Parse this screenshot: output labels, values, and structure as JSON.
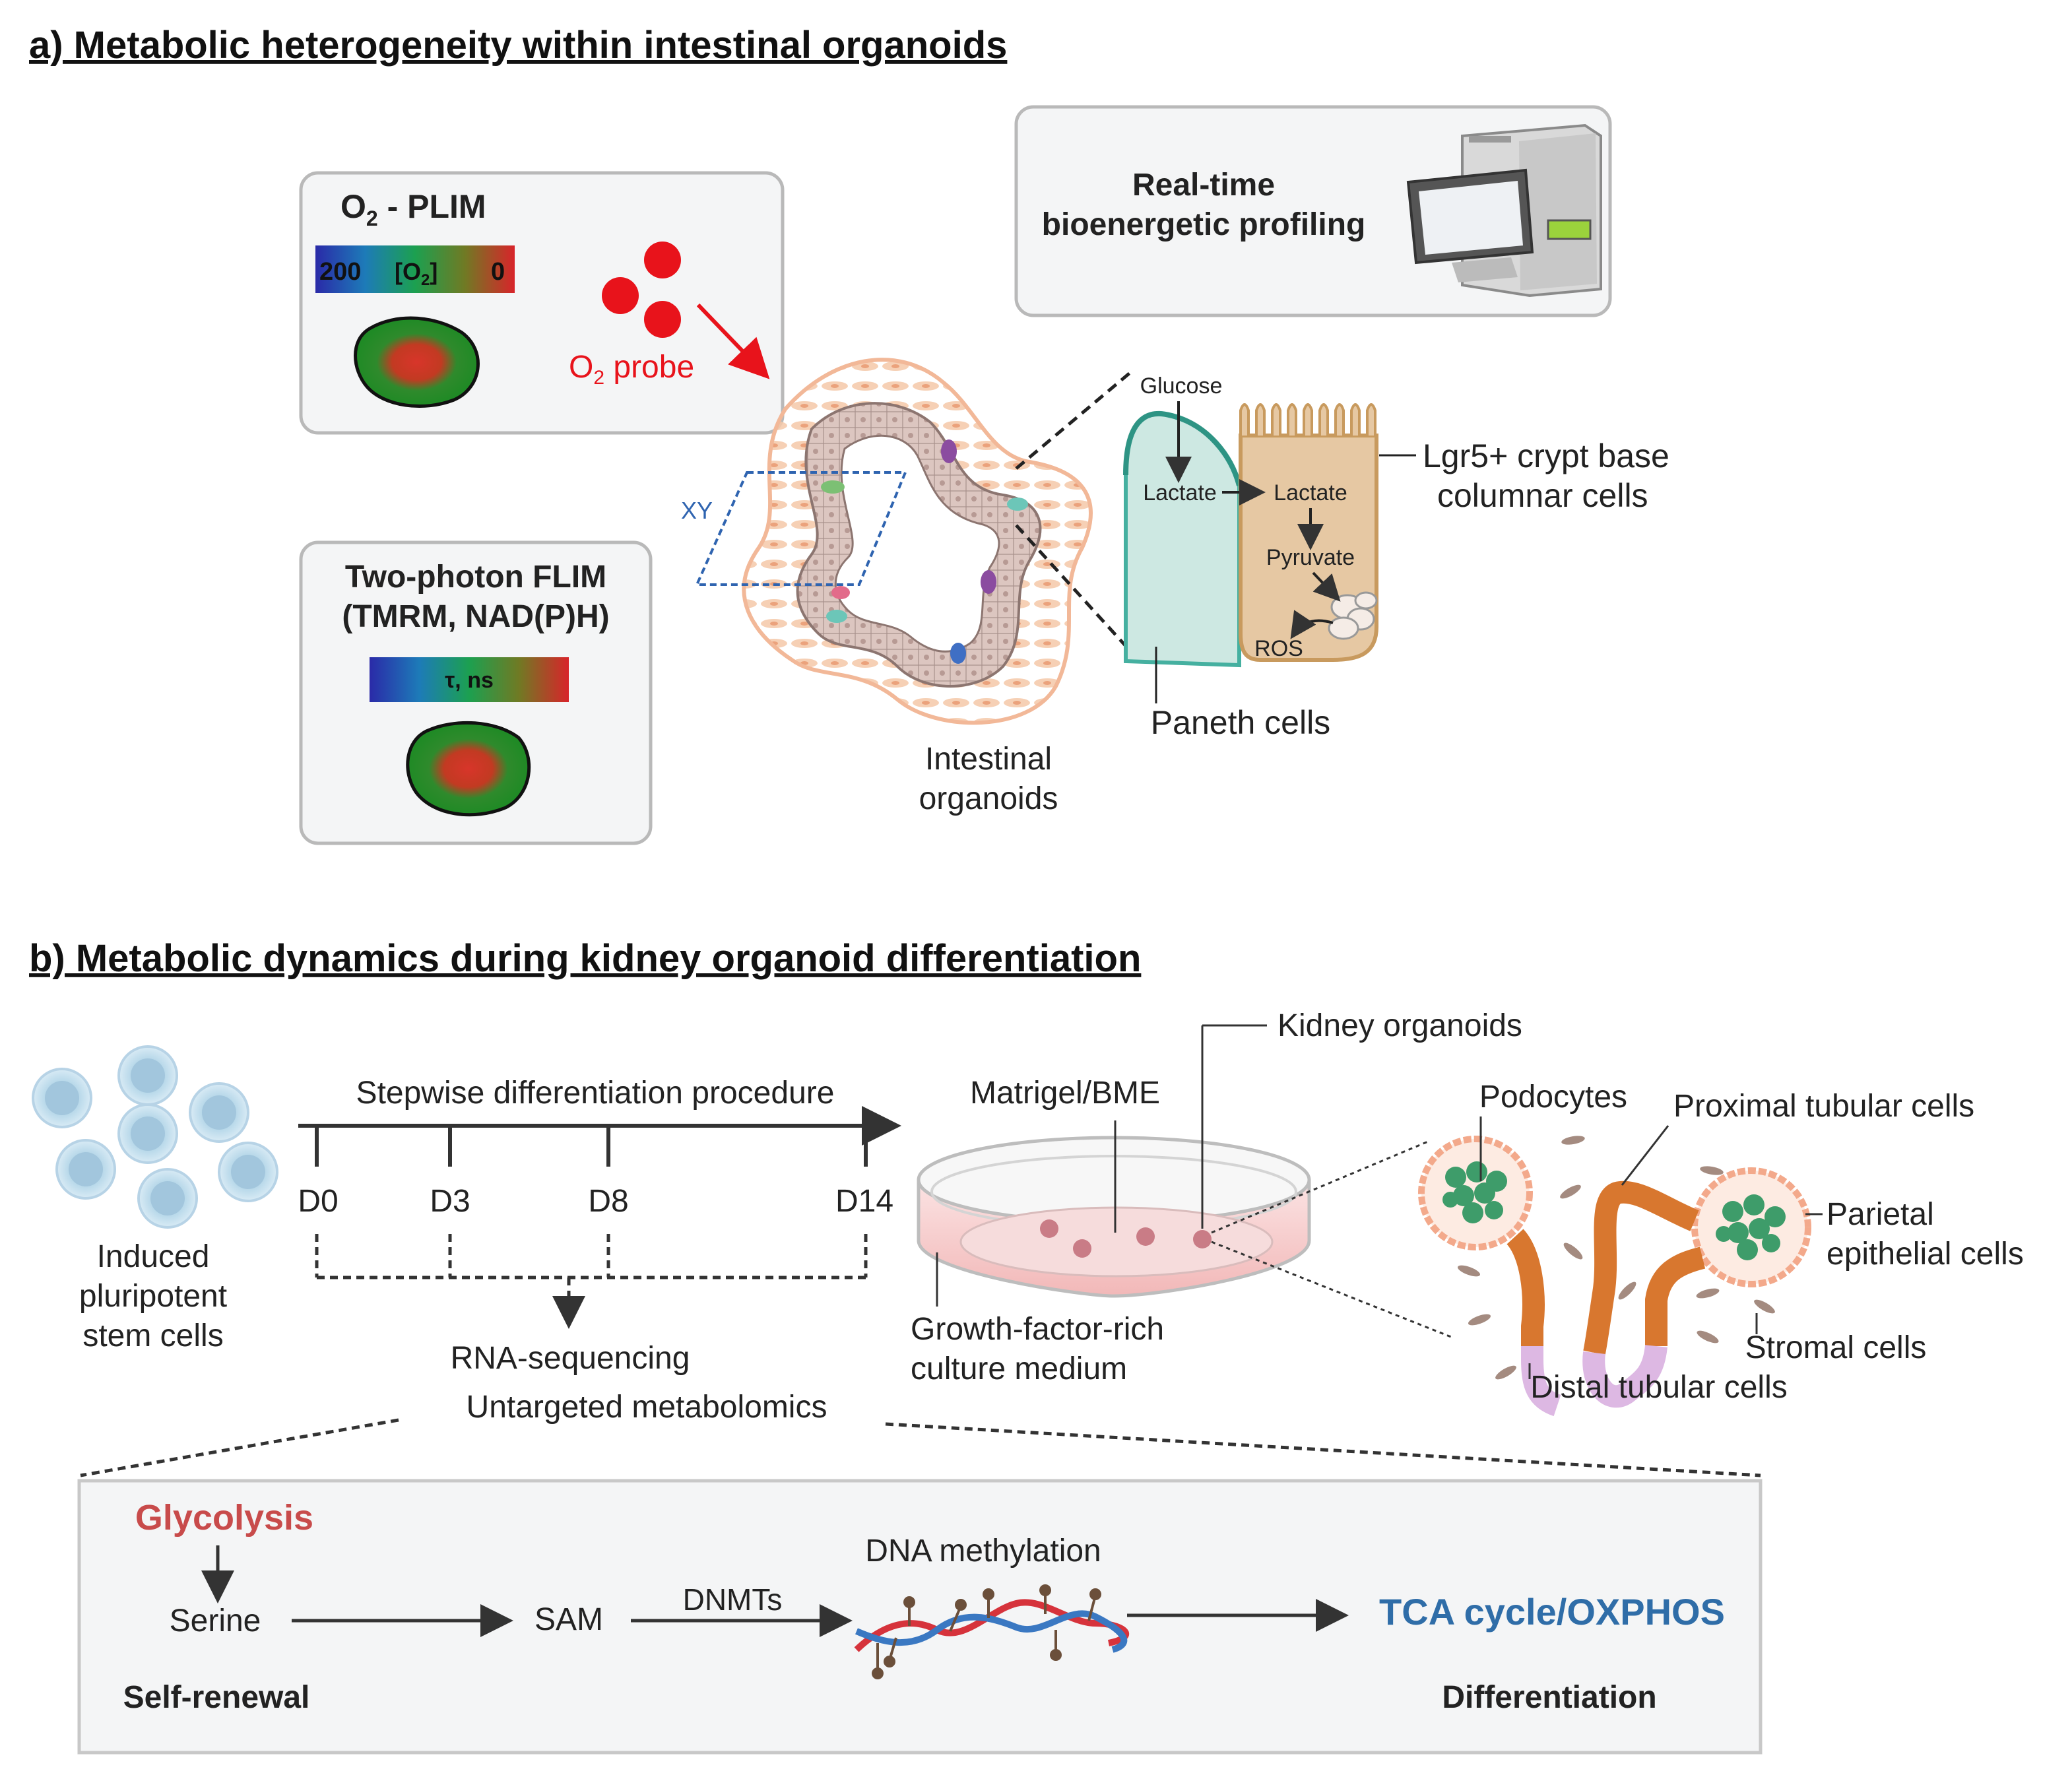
{
  "panel_a": {
    "title": "a) Metabolic heterogeneity within intestinal organoids",
    "plim": {
      "title_o": "O",
      "title_sub": "2",
      "title_rest": " - PLIM",
      "scale_left": "200",
      "scale_mid_o": "[O",
      "scale_mid_sub": "2",
      "scale_mid_end": "]",
      "scale_right": "0"
    },
    "probe": {
      "label_o": "O",
      "label_sub": "2",
      "label_rest": " probe"
    },
    "bioenergetic": {
      "line1": "Real-time",
      "line2": "bioenergetic profiling"
    },
    "flim": {
      "line1": "Two-photon FLIM",
      "line2": "(TMRM, NAD(P)H)",
      "scale_label": "τ, ns"
    },
    "xy_label": "XY",
    "organoid_label": {
      "line1": "Intestinal",
      "line2": "organoids"
    },
    "metabolites": {
      "glucose": "Glucose",
      "lactate_left": "Lactate",
      "lactate_right": "Lactate",
      "pyruvate": "Pyruvate",
      "ros": "ROS"
    },
    "lgr5_label": {
      "line1": "Lgr5+ crypt base",
      "line2": "columnar cells"
    },
    "paneth_label": "Paneth cells"
  },
  "panel_b": {
    "title": "b) Metabolic dynamics during kidney organoid differentiation",
    "ipsc_label": {
      "line1": "Induced",
      "line2": "pluripotent",
      "line3": "stem cells"
    },
    "procedure_label": "Stepwise differentiation procedure",
    "timepoints": [
      "D0",
      "D3",
      "D8",
      "D14"
    ],
    "omics": {
      "line1": "RNA-sequencing",
      "line2": "Untargeted metabolomics"
    },
    "matrigel_label": "Matrigel/BME",
    "kidney_organoids_label": "Kidney organoids",
    "medium_label": {
      "line1": "Growth-factor-rich",
      "line2": "culture medium"
    },
    "kidney_cells": {
      "podocytes": "Podocytes",
      "proximal": "Proximal tubular cells",
      "parietal_line1": "Parietal",
      "parietal_line2": "epithelial cells",
      "stromal": "Stromal cells",
      "distal": "Distal tubular cells"
    },
    "pathway": {
      "glycolysis": "Glycolysis",
      "serine": "Serine",
      "sam": "SAM",
      "dnmts": "DNMTs",
      "dna_methylation": "DNA methylation",
      "tca": "TCA cycle/OXPHOS",
      "self_renewal": "Self-renewal",
      "differentiation": "Differentiation"
    }
  },
  "colors": {
    "probe_red": "#e8131b",
    "glycolysis_red": "#c84b4b",
    "tca_blue": "#2f6da8",
    "paneth_teal": "#45b0a0",
    "lgr5_tan": "#e6c8a3",
    "box_border": "#b9b9b9",
    "proximal_orange": "#d8772f",
    "distal_lilac": "#ddb8e3",
    "podocyte_green": "#3e9c6a"
  }
}
